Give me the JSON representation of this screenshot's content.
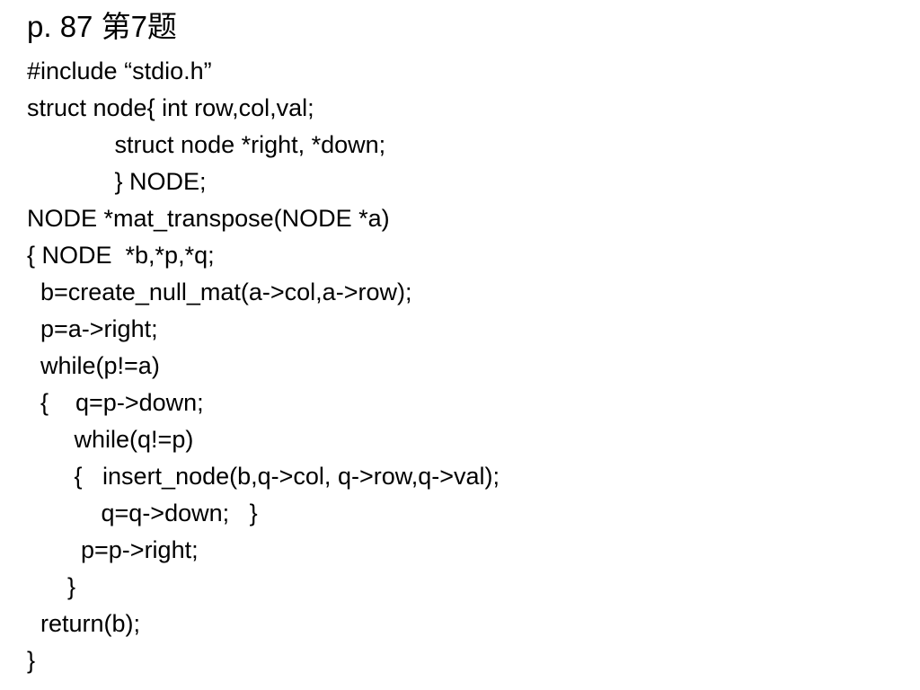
{
  "title": "p. 87 第7题",
  "code_lines": [
    "#include “stdio.h”",
    "struct node{ int row,col,val;",
    "             struct node *right, *down;",
    "             } NODE;",
    "NODE *mat_transpose(NODE *a)",
    "{ NODE  *b,*p,*q;",
    "  b=create_null_mat(a->col,a->row);",
    "  p=a->right;",
    "  while(p!=a)",
    "  {    q=p->down;",
    "       while(q!=p)",
    "       {   insert_node(b,q->col, q->row,q->val);",
    "           q=q->down;   }",
    "        p=p->right;",
    "      }",
    "  return(b);",
    "}"
  ]
}
